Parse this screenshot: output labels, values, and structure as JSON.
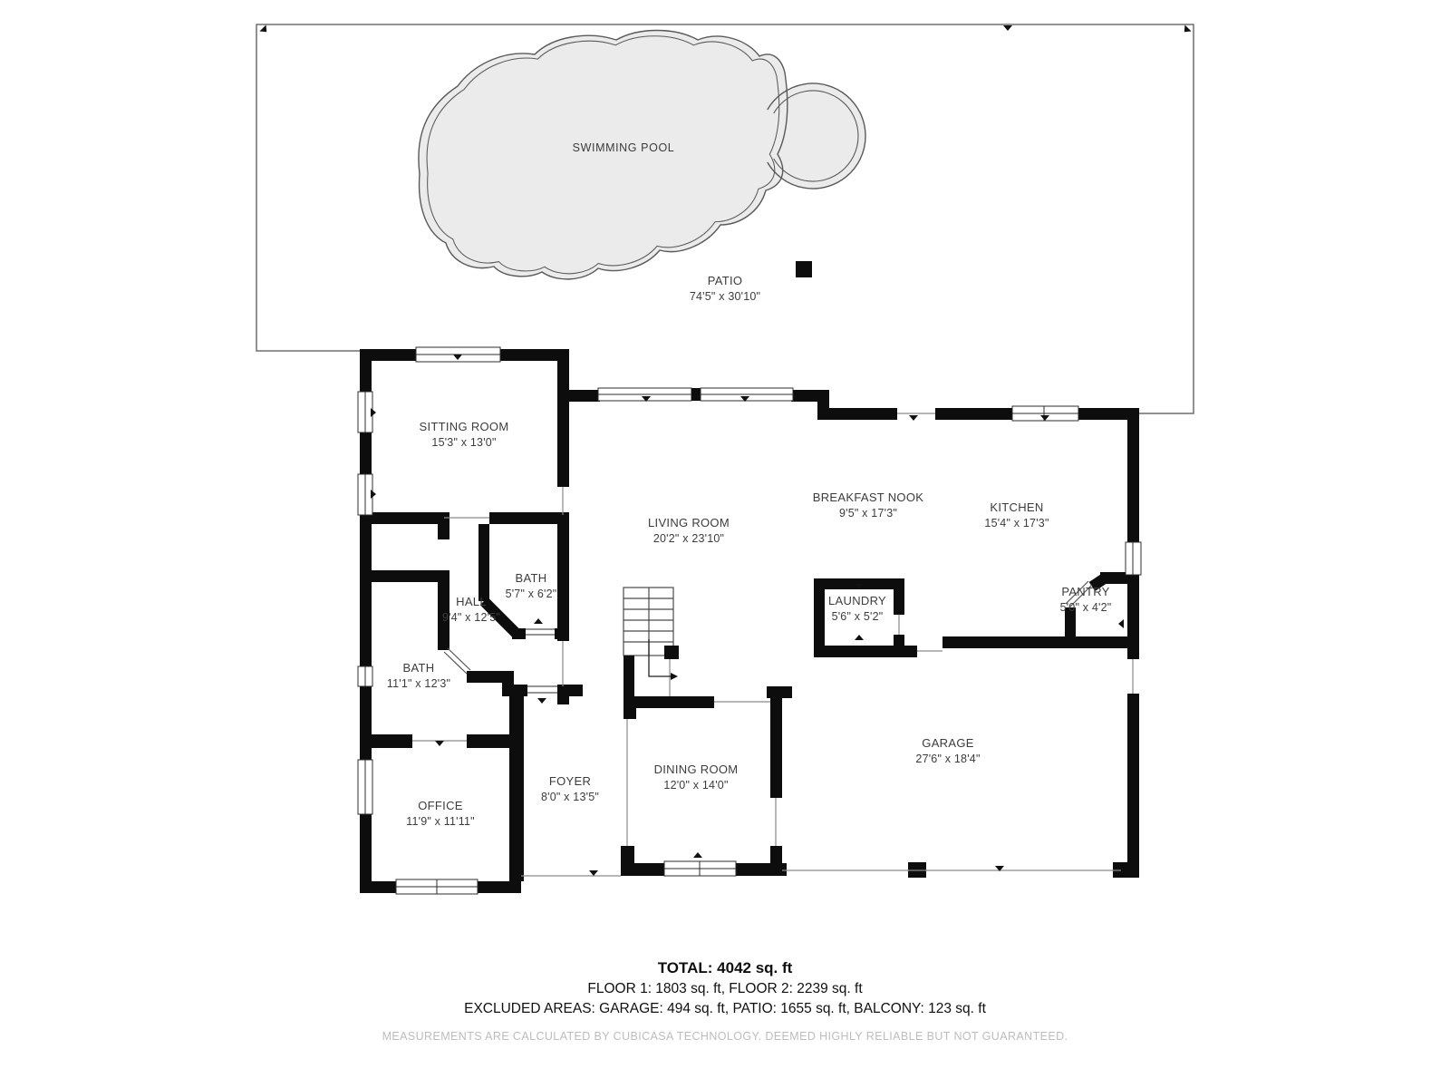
{
  "plan": {
    "pool_label": "SWIMMING POOL",
    "patio": {
      "name": "PATIO",
      "dims": "74'5\" x 30'10\""
    },
    "rooms": [
      {
        "id": "sitting-room",
        "name": "SITTING ROOM",
        "dims": "15'3\" x 13'0\""
      },
      {
        "id": "living-room",
        "name": "LIVING ROOM",
        "dims": "20'2\" x 23'10\""
      },
      {
        "id": "breakfast-nook",
        "name": "BREAKFAST NOOK",
        "dims": "9'5\" x 17'3\""
      },
      {
        "id": "kitchen",
        "name": "KITCHEN",
        "dims": "15'4\" x 17'3\""
      },
      {
        "id": "bath-small",
        "name": "BATH",
        "dims": "5'7\" x 6'2\""
      },
      {
        "id": "hall",
        "name": "HALL",
        "dims": "9'4\" x 12'5\""
      },
      {
        "id": "bath-large",
        "name": "BATH",
        "dims": "11'1\" x 12'3\""
      },
      {
        "id": "laundry",
        "name": "LAUNDRY",
        "dims": "5'6\" x 5'2\""
      },
      {
        "id": "pantry",
        "name": "PANTRY",
        "dims": "5'0\" x 4'2\""
      },
      {
        "id": "office",
        "name": "OFFICE",
        "dims": "11'9\" x 11'11\""
      },
      {
        "id": "foyer",
        "name": "FOYER",
        "dims": "8'0\" x 13'5\""
      },
      {
        "id": "dining-room",
        "name": "DINING ROOM",
        "dims": "12'0\" x 14'0\""
      },
      {
        "id": "garage",
        "name": "GARAGE",
        "dims": "27'6\" x 18'4\""
      }
    ]
  },
  "summary": {
    "total": "TOTAL: 4042 sq. ft",
    "floors": "FLOOR 1: 1803 sq. ft, FLOOR 2: 2239 sq. ft",
    "excluded": "EXCLUDED AREAS: GARAGE: 494 sq. ft, PATIO: 1655 sq. ft, BALCONY: 123 sq. ft",
    "disclaimer": "MEASUREMENTS ARE CALCULATED BY CUBICASA TECHNOLOGY. DEEMED HIGHLY RELIABLE BUT NOT GUARANTEED."
  },
  "colors": {
    "wall": "#0d0d0d",
    "pool_fill": "#ebebeb",
    "outline": "#6e6e6e",
    "label": "#3c3c3c",
    "disclaimer": "#bdbdbd"
  }
}
